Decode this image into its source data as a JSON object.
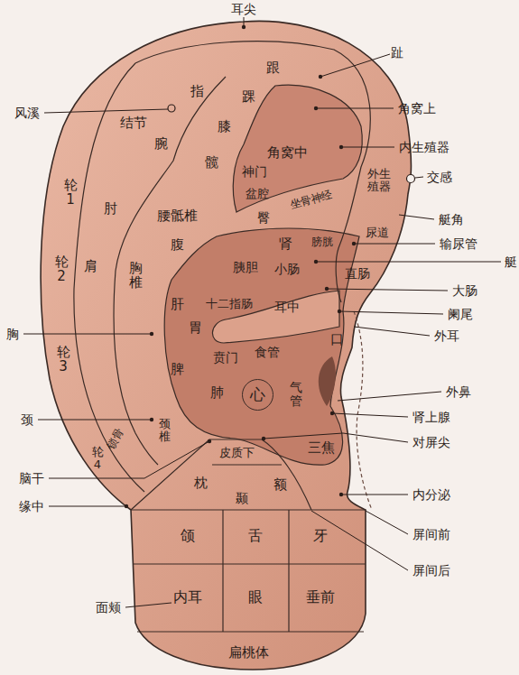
{
  "diagram": {
    "nodes": [
      {
        "text": [
          "心"
        ]
      }
    ],
    "labels": [
      "耳尖",
      "趾",
      "角窝上",
      "内生殖器",
      "交感",
      "艇角",
      "输尿管",
      "艇",
      "大肠",
      "阑尾",
      "外耳",
      "外鼻",
      "肾上腺",
      "对屏尖",
      "内分泌",
      "屏间前",
      "屏间后",
      "面颊",
      "扁桃体",
      "风溪",
      "胸",
      "颈",
      "脑干",
      "缘中",
      "指",
      "跟",
      "踝",
      "结节",
      "腕",
      "膝",
      "角窝中",
      "髋",
      "神门",
      "盆腔",
      "外生殖器",
      "腰骶椎",
      "坐骨神经",
      "臀",
      "轮1",
      "肘",
      "尿道",
      "腹",
      "肾",
      "膀胱",
      "胰胆",
      "轮2",
      "肩",
      "胸椎",
      "肝",
      "十二指肠",
      "小肠",
      "直肠",
      "耳中",
      "胃",
      "食管",
      "贲门",
      "口",
      "轮3",
      "脾",
      "肺",
      "气管",
      "颈椎",
      "锁骨",
      "轮4",
      "皮质下",
      "三焦",
      "枕",
      "额",
      "颞",
      "颌",
      "舌",
      "牙",
      "内耳",
      "眼",
      "垂前"
    ]
  }
}
